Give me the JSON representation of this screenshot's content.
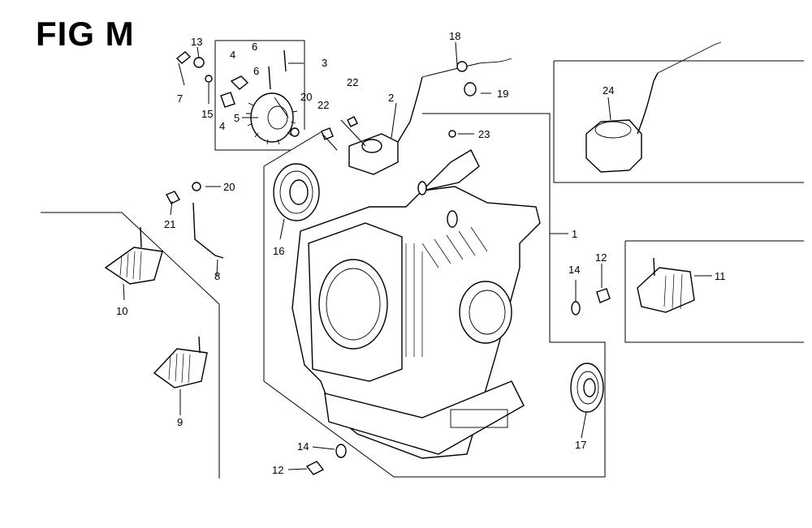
{
  "figure": {
    "title": "FIG M"
  },
  "colors": {
    "line": "#000000",
    "background": "#ffffff"
  },
  "callouts": [
    {
      "id": "c1",
      "text": "1"
    },
    {
      "id": "c2",
      "text": "2"
    },
    {
      "id": "c3",
      "text": "3"
    },
    {
      "id": "c4a",
      "text": "4"
    },
    {
      "id": "c4b",
      "text": "4"
    },
    {
      "id": "c5",
      "text": "5"
    },
    {
      "id": "c6a",
      "text": "6"
    },
    {
      "id": "c6b",
      "text": "6"
    },
    {
      "id": "c7",
      "text": "7"
    },
    {
      "id": "c8",
      "text": "8"
    },
    {
      "id": "c9",
      "text": "9"
    },
    {
      "id": "c10",
      "text": "10"
    },
    {
      "id": "c11",
      "text": "11"
    },
    {
      "id": "c12a",
      "text": "12"
    },
    {
      "id": "c12b",
      "text": "12"
    },
    {
      "id": "c13",
      "text": "13"
    },
    {
      "id": "c14a",
      "text": "14"
    },
    {
      "id": "c14b",
      "text": "14"
    },
    {
      "id": "c15",
      "text": "15"
    },
    {
      "id": "c16",
      "text": "16"
    },
    {
      "id": "c17",
      "text": "17"
    },
    {
      "id": "c18",
      "text": "18"
    },
    {
      "id": "c19",
      "text": "19"
    },
    {
      "id": "c20a",
      "text": "20"
    },
    {
      "id": "c20b",
      "text": "20"
    },
    {
      "id": "c21",
      "text": "21"
    },
    {
      "id": "c22a",
      "text": "22"
    },
    {
      "id": "c22b",
      "text": "22"
    },
    {
      "id": "c23",
      "text": "23"
    },
    {
      "id": "c24",
      "text": "24"
    }
  ]
}
